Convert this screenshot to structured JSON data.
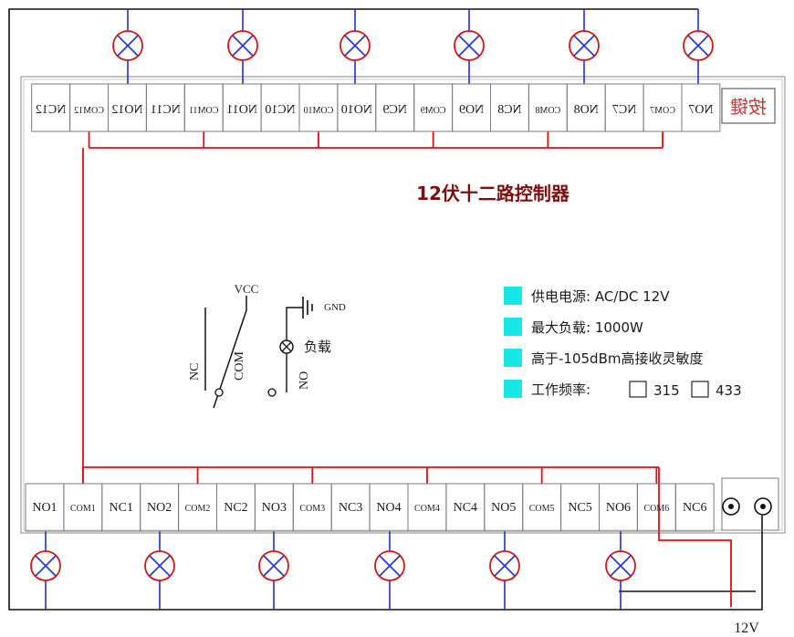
{
  "title": "12伏十二路控制器",
  "badge": "按键",
  "top_terminals": [
    "NO7",
    "COM7",
    "NC7",
    "NO8",
    "COM8",
    "NC8",
    "NO9",
    "COM9",
    "NC9",
    "NO10",
    "COM10",
    "NC10",
    "NO11",
    "COM11",
    "NC11",
    "NO12",
    "COM12",
    "NC12"
  ],
  "bottom_terminals": [
    "NO1",
    "COM1",
    "NC1",
    "NO2",
    "COM2",
    "NC2",
    "NO3",
    "COM3",
    "NC3",
    "NO4",
    "COM4",
    "NC4",
    "NO5",
    "COM5",
    "NC5",
    "NO6",
    "COM6",
    "NC6"
  ],
  "specs": [
    {
      "label": "供电电源: AC/DC 12V"
    },
    {
      "label": "最大负载: 1000W"
    },
    {
      "label": "高于-105dBm高接收灵敏度"
    },
    {
      "label": "工作频率:",
      "options": [
        "315",
        "433"
      ]
    }
  ],
  "legend": {
    "vcc": "VCC",
    "gnd": "GND",
    "nc": "NC",
    "com": "COM",
    "no": "NO",
    "load": "负载"
  },
  "power_label": "12V",
  "colors": {
    "wire_red": "#e01010",
    "wire_blue": "#1f2fd0",
    "wire_black": "#111111",
    "spec_square": "#19e6e6",
    "title": "#7a1010",
    "lamp_red": "#d01818",
    "lamp_blue": "#2a3ad8"
  }
}
